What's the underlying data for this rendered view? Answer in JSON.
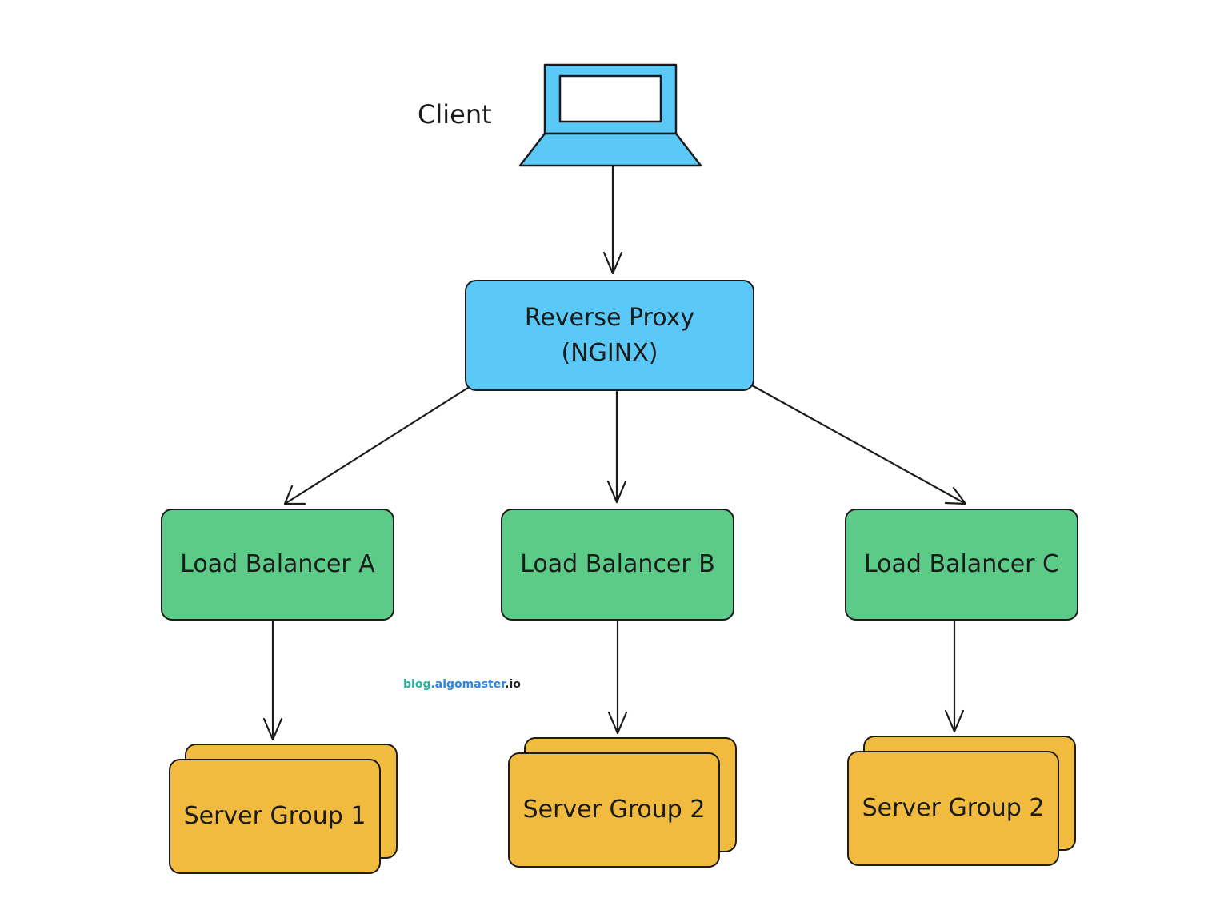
{
  "client": {
    "label": "Client"
  },
  "proxy": {
    "line1": "Reverse Proxy",
    "line2": "(NGINX)"
  },
  "load_balancers": [
    "Load Balancer A",
    "Load Balancer B",
    "Load Balancer C"
  ],
  "server_groups": [
    "Server Group 1",
    "Server Group 2",
    "Server Group 2"
  ],
  "watermark": {
    "part1": "blog",
    "part2": ".algomaster",
    "part3": ".io"
  },
  "colors": {
    "client": "#5bc9f7",
    "proxy": "#5bc9f7",
    "load_balancer": "#5ccb87",
    "server_group": "#f0bb3e",
    "stroke": "#1b1b1b"
  },
  "icons": {
    "client": "laptop-icon"
  }
}
